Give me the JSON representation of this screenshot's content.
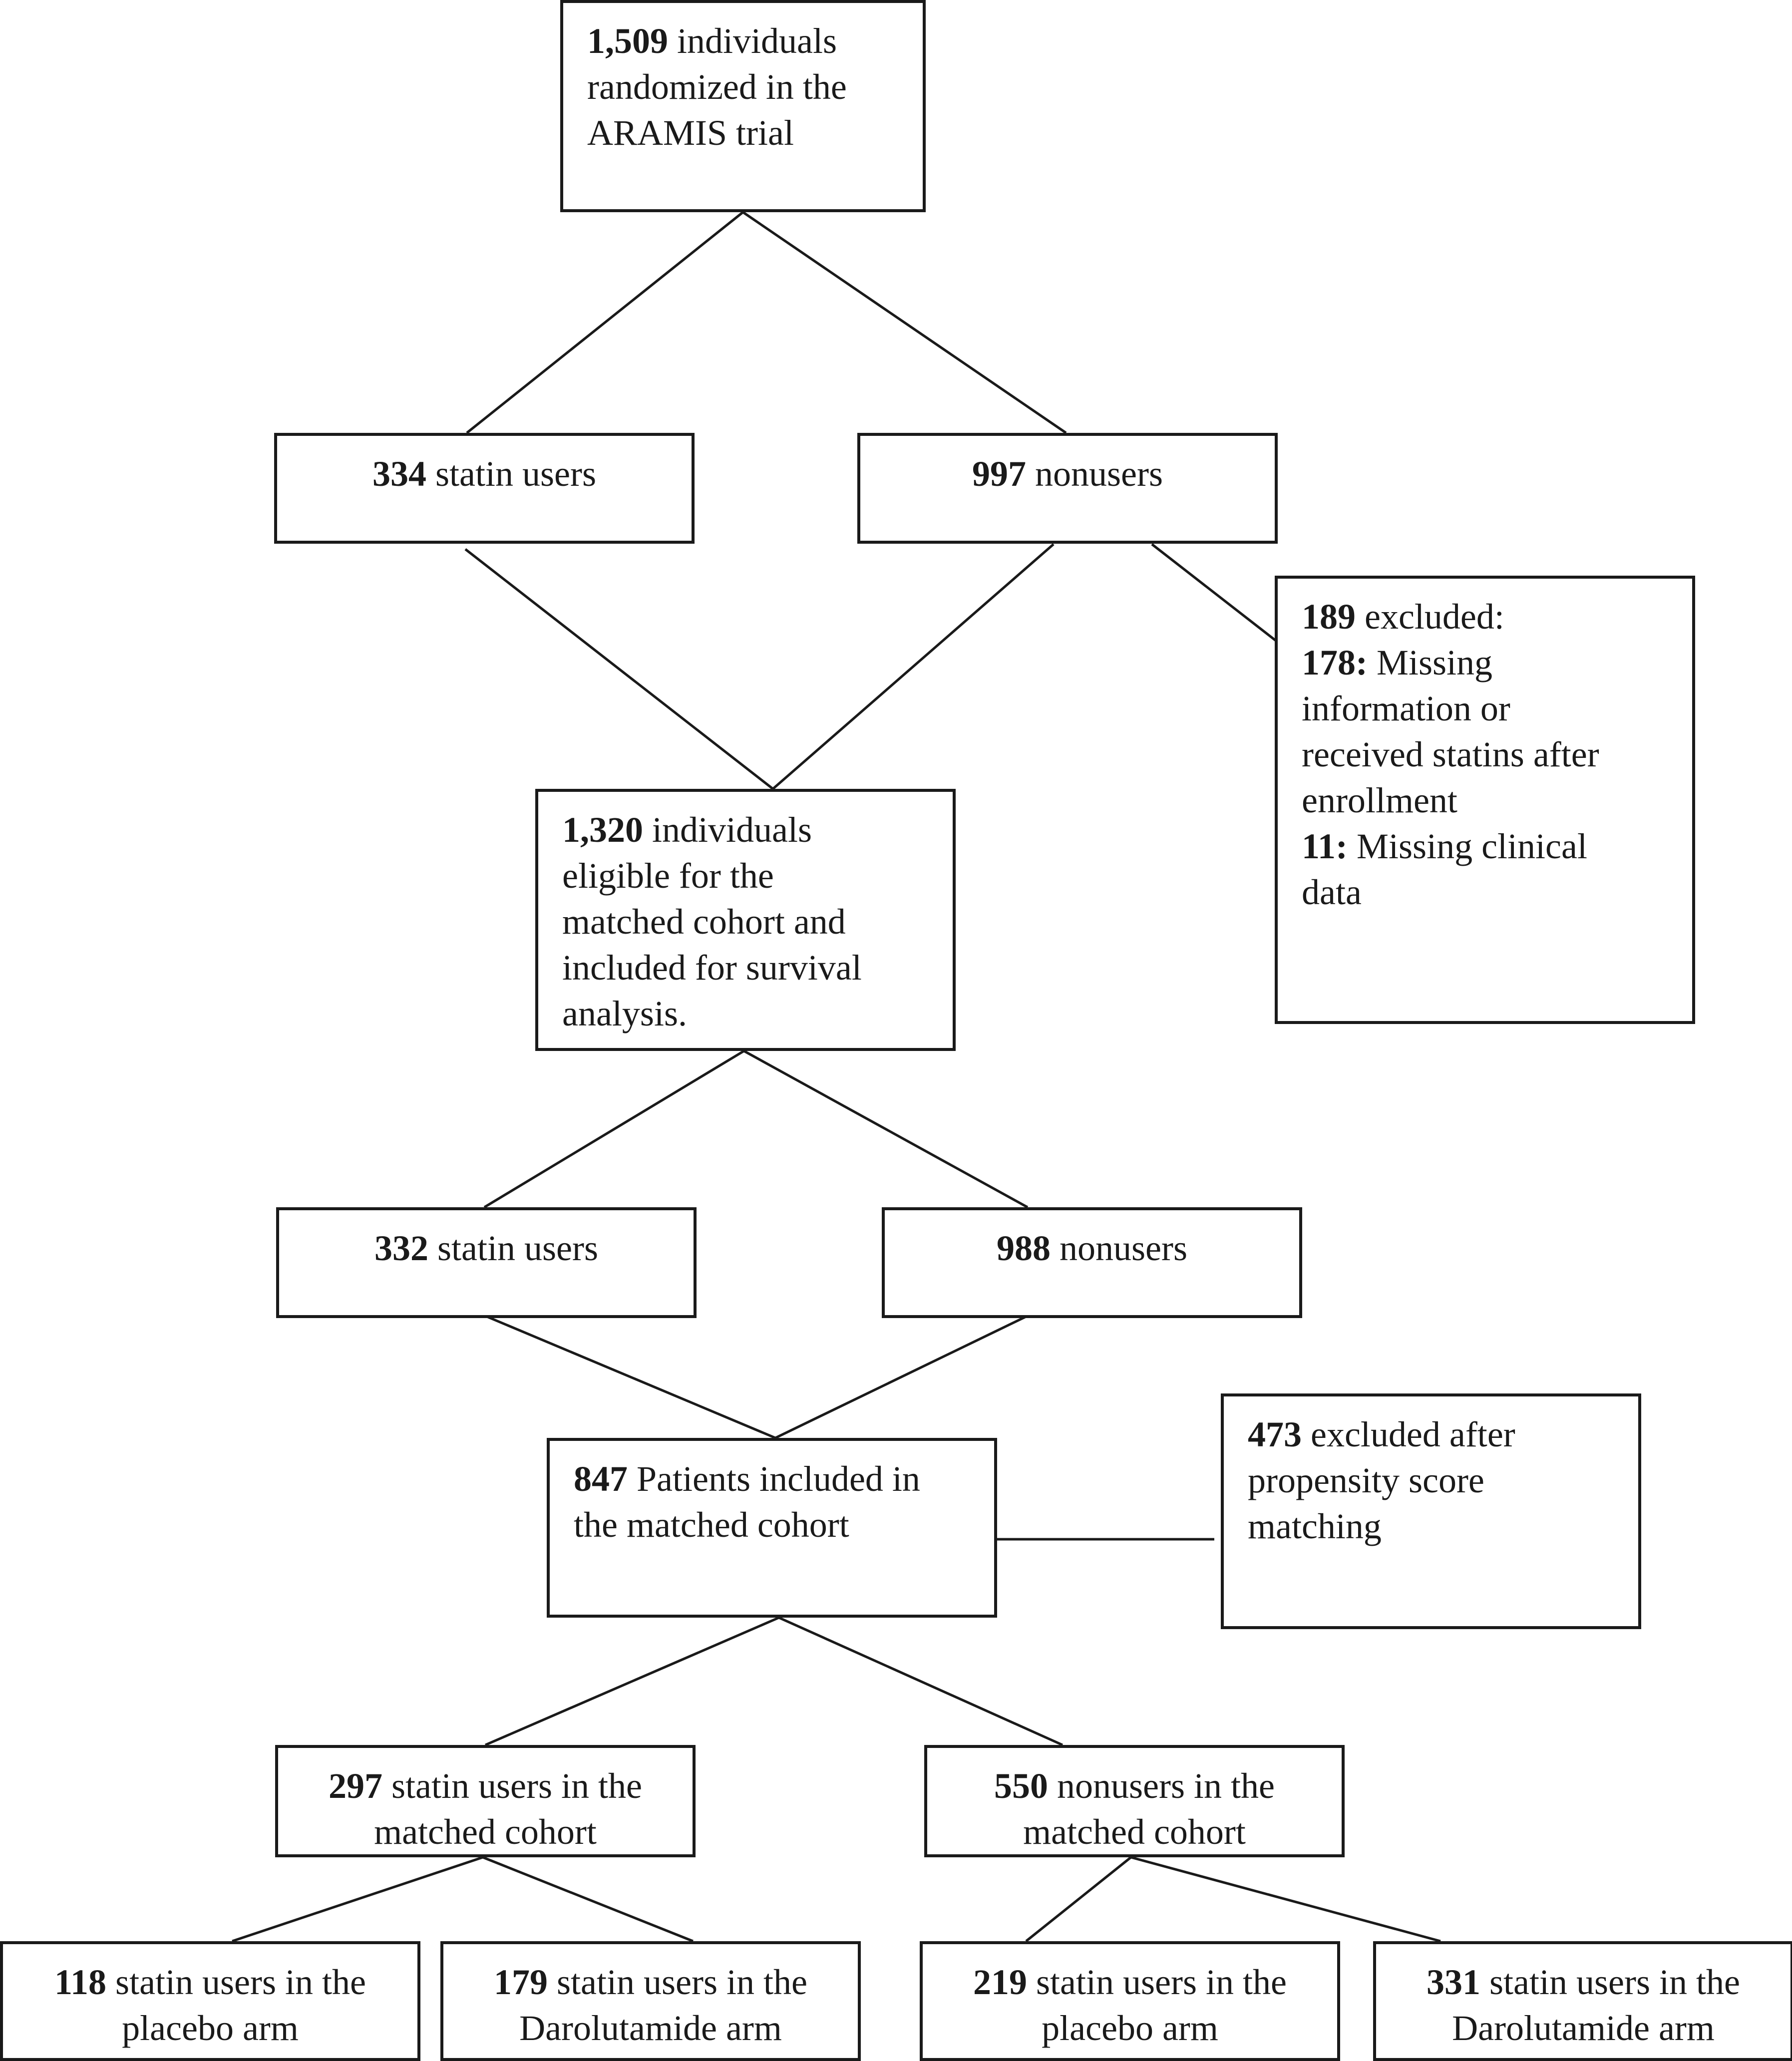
{
  "nodes": {
    "randomized": {
      "lines": [
        {
          "bold": "1,509",
          "rest": " individuals"
        },
        {
          "bold": "",
          "rest": "randomized in the"
        },
        {
          "bold": "",
          "rest": "ARAMIS trial"
        }
      ]
    },
    "statin_users_1": {
      "lines": [
        {
          "bold": "334",
          "rest": " statin users"
        }
      ]
    },
    "nonusers_1": {
      "lines": [
        {
          "bold": "997",
          "rest": " nonusers"
        }
      ]
    },
    "excluded_1": {
      "lines": [
        {
          "bold": "189",
          "rest": " excluded:"
        },
        {
          "bold": "178:",
          "rest": " Missing"
        },
        {
          "bold": "",
          "rest": "information or"
        },
        {
          "bold": "",
          "rest": "received statins after"
        },
        {
          "bold": "",
          "rest": "enrollment"
        },
        {
          "bold": "11:",
          "rest": " Missing clinical"
        },
        {
          "bold": "",
          "rest": "data"
        }
      ]
    },
    "eligible": {
      "lines": [
        {
          "bold": "1,320",
          "rest": " individuals"
        },
        {
          "bold": "",
          "rest": "eligible for the"
        },
        {
          "bold": "",
          "rest": "matched cohort and"
        },
        {
          "bold": "",
          "rest": "included for survival"
        },
        {
          "bold": "",
          "rest": "analysis."
        }
      ]
    },
    "statin_users_2": {
      "lines": [
        {
          "bold": "332",
          "rest": " statin users"
        }
      ]
    },
    "nonusers_2": {
      "lines": [
        {
          "bold": "988",
          "rest": " nonusers"
        }
      ]
    },
    "matched": {
      "lines": [
        {
          "bold": "847",
          "rest": " Patients included in"
        },
        {
          "bold": "",
          "rest": "the matched cohort"
        }
      ]
    },
    "excluded_2": {
      "lines": [
        {
          "bold": "473",
          "rest": " excluded after"
        },
        {
          "bold": "",
          "rest": "propensity score"
        },
        {
          "bold": "",
          "rest": "matching"
        }
      ]
    },
    "matched_statin": {
      "lines": [
        {
          "bold": "297",
          "rest": " statin users in the"
        },
        {
          "bold": "",
          "rest": "matched cohort"
        }
      ]
    },
    "matched_nonusers": {
      "lines": [
        {
          "bold": "550",
          "rest": " nonusers in the"
        },
        {
          "bold": "",
          "rest": "matched cohort"
        }
      ]
    },
    "statin_placebo": {
      "lines": [
        {
          "bold": "118",
          "rest": " statin users in the"
        },
        {
          "bold": "",
          "rest": "placebo arm"
        }
      ]
    },
    "statin_darolutamide": {
      "lines": [
        {
          "bold": "179",
          "rest": " statin users in the"
        },
        {
          "bold": "",
          "rest": "Darolutamide arm"
        }
      ]
    },
    "nonuser_placebo": {
      "lines": [
        {
          "bold": "219",
          "rest": " statin users in the"
        },
        {
          "bold": "",
          "rest": "placebo arm"
        }
      ]
    },
    "nonuser_darolutamide": {
      "lines": [
        {
          "bold": "331",
          "rest": " statin users in the"
        },
        {
          "bold": "",
          "rest": "Darolutamide arm"
        }
      ]
    }
  }
}
